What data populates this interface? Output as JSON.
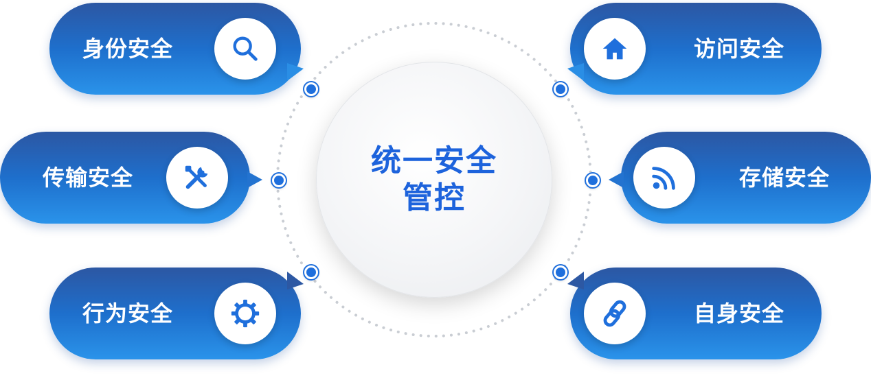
{
  "center": {
    "line1": "统一安全",
    "line2": "管控"
  },
  "items": [
    {
      "label": "身份安全",
      "icon": "search-icon"
    },
    {
      "label": "传输安全",
      "icon": "tools-icon"
    },
    {
      "label": "行为安全",
      "icon": "gear-icon"
    },
    {
      "label": "访问安全",
      "icon": "home-icon"
    },
    {
      "label": "存储安全",
      "icon": "rss-icon"
    },
    {
      "label": "自身安全",
      "icon": "link-icon"
    }
  ],
  "colors": {
    "accent": "#1d63dc",
    "pill_top": "#2c57a3",
    "pill_bottom": "#2a93ea"
  }
}
